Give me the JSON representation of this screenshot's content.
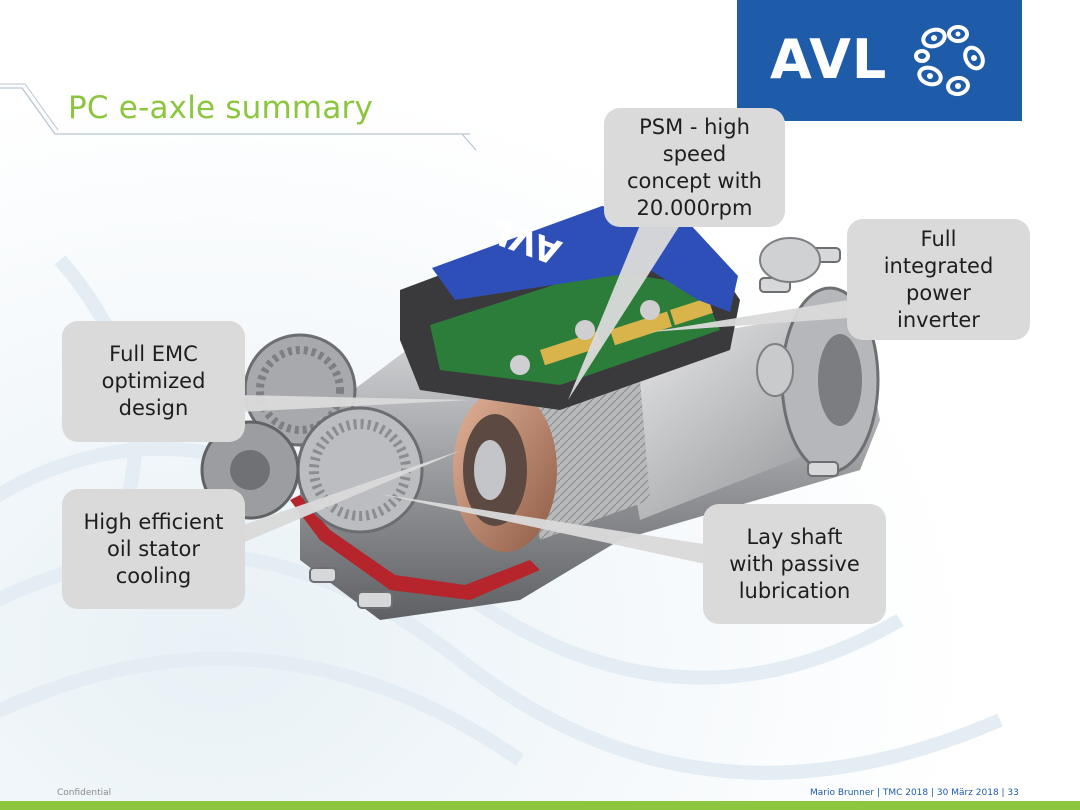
{
  "slide": {
    "title": "PC e-axle summary",
    "brand": {
      "logo_text": "AVL",
      "logo_color": "#1e5ba9"
    },
    "accent_color": "#8cc63f",
    "product_image": {
      "label_on_cover": "AVL"
    },
    "callouts": [
      {
        "id": "psm",
        "lines": [
          "PSM - high",
          "speed",
          "concept with",
          "20.000rpm"
        ]
      },
      {
        "id": "inverter",
        "lines": [
          "Full",
          "integrated",
          "power",
          "inverter"
        ]
      },
      {
        "id": "emc",
        "lines": [
          "Full EMC",
          "optimized",
          "design"
        ]
      },
      {
        "id": "cooling",
        "lines": [
          "High efficient",
          "oil stator",
          "cooling"
        ]
      },
      {
        "id": "layshaft",
        "lines": [
          "Lay shaft",
          "with passive",
          "lubrication"
        ]
      }
    ],
    "footer": {
      "left": "Confidential",
      "right": "Mario Brunner | TMC 2018 | 30 März 2018 | 33"
    }
  }
}
